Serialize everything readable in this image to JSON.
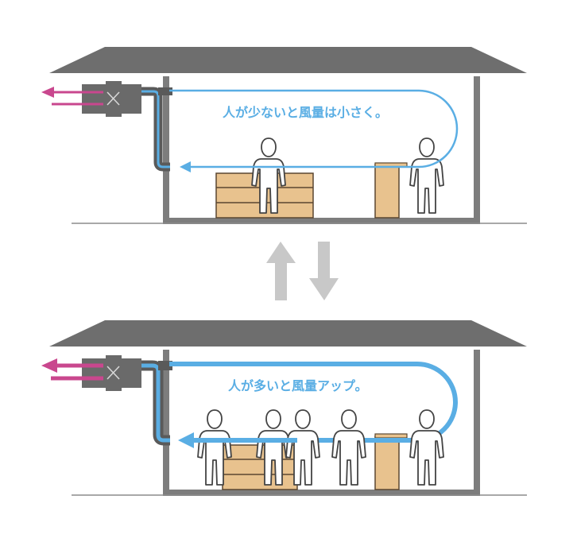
{
  "panels": {
    "top": {
      "caption": "人が少ないと風量は小さく。",
      "people_count": 2
    },
    "bottom": {
      "caption": "人が多いと風量アップ。",
      "people_count": 5
    }
  },
  "colors": {
    "roof": "#6e6e6e",
    "wall": "#7d7d7d",
    "ground": "#8c8c8c",
    "duct": "#5a5a5a",
    "ventilation_unit": "#6a6a6a",
    "supply_air": "#5aaee4",
    "exhaust_air": "#c9478e",
    "furniture": "#e8c28e",
    "furniture_line": "#5a4630",
    "person_outline": "#444444",
    "transition_arrows": "#c8c8c8"
  },
  "icons": [
    "house-icon",
    "ventilation-unit-icon",
    "person-icon",
    "cabinet-icon",
    "counter-icon",
    "up-arrow-icon",
    "down-arrow-icon"
  ]
}
